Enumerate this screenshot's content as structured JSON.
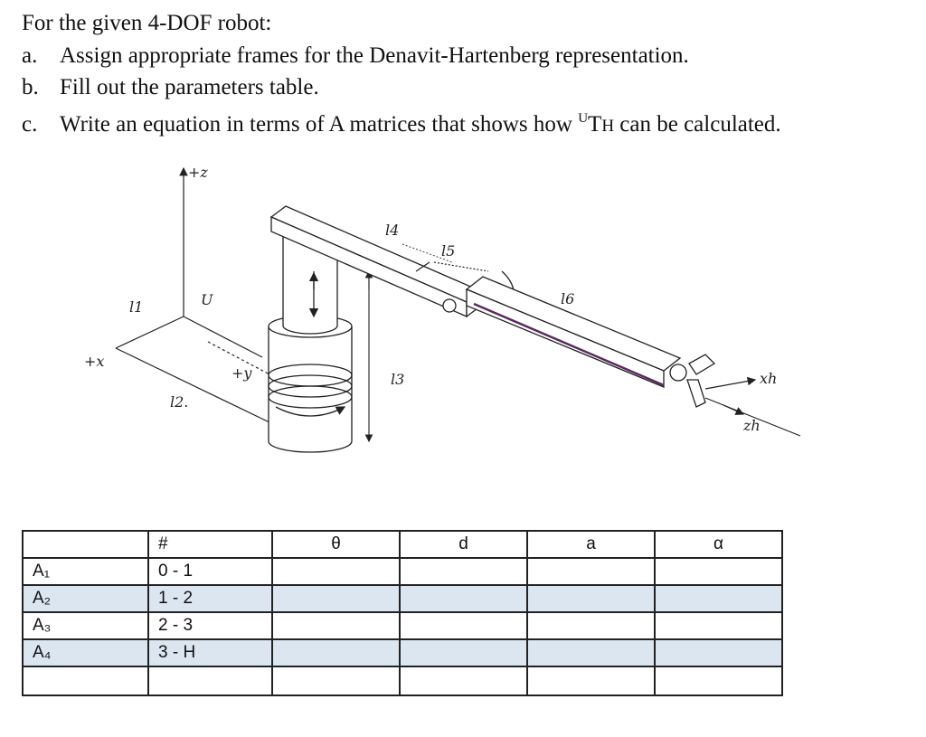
{
  "questions": {
    "intro": "For the given 4-DOF robot:",
    "items": [
      {
        "label": "a.",
        "text": "Assign appropriate frames for the Denavit-Hartenberg representation."
      },
      {
        "label": "b.",
        "text": "Fill out the parameters table."
      },
      {
        "label": "c.",
        "text_before": "Write an equation in terms of A matrices that shows how ",
        "sup": "U",
        "symbol": "T",
        "sub": "H",
        "text_after": " can be calculated."
      }
    ]
  },
  "figure": {
    "axis_z": "+z",
    "axis_x": "+x",
    "axis_y": "+y",
    "frame_u": "U",
    "l1": "l1",
    "l2": "l2.",
    "l3": "l3",
    "l4": "l4",
    "l5": "l5",
    "l6": "l6",
    "xh": "xh",
    "zh": "zh"
  },
  "table": {
    "headers": [
      "",
      "#",
      "θ",
      "d",
      "a",
      "α"
    ],
    "rows": [
      [
        "A₁",
        "0 - 1",
        "",
        "",
        "",
        ""
      ],
      [
        "A₂",
        "1 - 2",
        "",
        "",
        "",
        ""
      ],
      [
        "A₃",
        "2 - 3",
        "",
        "",
        "",
        ""
      ],
      [
        "A₄",
        "3 - H",
        "",
        "",
        "",
        ""
      ],
      [
        "",
        "",
        "",
        "",
        "",
        ""
      ]
    ]
  }
}
